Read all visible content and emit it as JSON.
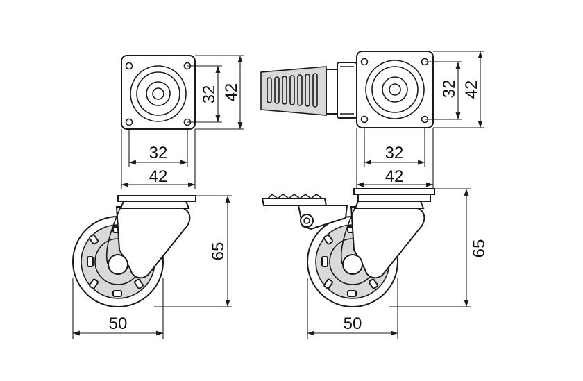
{
  "dimensions": {
    "left_top_hole_spacing": "32",
    "left_top_plate_width": "42",
    "left_top_vertical_inner": "32",
    "left_top_vertical_outer": "42",
    "left_wheel_diameter": "50",
    "left_height": "65",
    "right_top_hole_spacing": "32",
    "right_top_plate_width": "42",
    "right_top_vertical_inner": "32",
    "right_top_vertical_outer": "42",
    "right_wheel_diameter": "50",
    "right_height": "65"
  },
  "colors": {
    "line": "#1a1a1a",
    "tread": "#d9d9d9",
    "background": "#ffffff"
  }
}
